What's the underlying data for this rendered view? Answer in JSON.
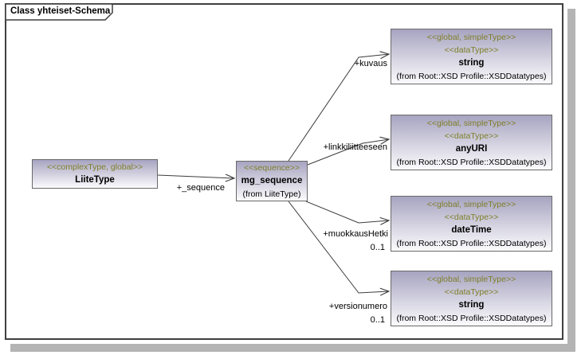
{
  "frame": {
    "title": "Class yhteiset-Schema"
  },
  "colors": {
    "stereotype_text": "#7e7e28",
    "node_fill_top": "#a7a4c1",
    "node_border": "#696969",
    "connector": "#3c3c3c"
  },
  "nodes": [
    {
      "id": "LiiteType",
      "stereotypes": [
        "<<complexType, global>>"
      ],
      "name": "LiiteType",
      "origin": ""
    },
    {
      "id": "mg_sequence",
      "stereotypes": [
        "<<sequence>>"
      ],
      "name": "mg_sequence",
      "origin": "(from LiiteType)"
    },
    {
      "id": "string-kuvaus",
      "stereotypes": [
        "<<global, simpleType>>",
        "<<dataType>>"
      ],
      "name": "string",
      "origin": "(from Root::XSD Profile::XSDDatatypes)"
    },
    {
      "id": "anyURI",
      "stereotypes": [
        "<<global, simpleType>>",
        "<<dataType>>"
      ],
      "name": "anyURI",
      "origin": "(from Root::XSD Profile::XSDDatatypes)"
    },
    {
      "id": "dateTime",
      "stereotypes": [
        "<<global, simpleType>>",
        "<<dataType>>"
      ],
      "name": "dateTime",
      "origin": "(from Root::XSD Profile::XSDDatatypes)"
    },
    {
      "id": "string-versionumero",
      "stereotypes": [
        "<<global, simpleType>>",
        "<<dataType>>"
      ],
      "name": "string",
      "origin": "(from Root::XSD Profile::XSDDatatypes)"
    }
  ],
  "edges": [
    {
      "label": "+_sequence",
      "multiplicity": ""
    },
    {
      "label": "+kuvaus",
      "multiplicity": ""
    },
    {
      "label": "+linkkiliitteeseen",
      "multiplicity": ""
    },
    {
      "label": "+muokkausHetki",
      "multiplicity": "0..1"
    },
    {
      "label": "+versionumero",
      "multiplicity": "0..1"
    }
  ]
}
